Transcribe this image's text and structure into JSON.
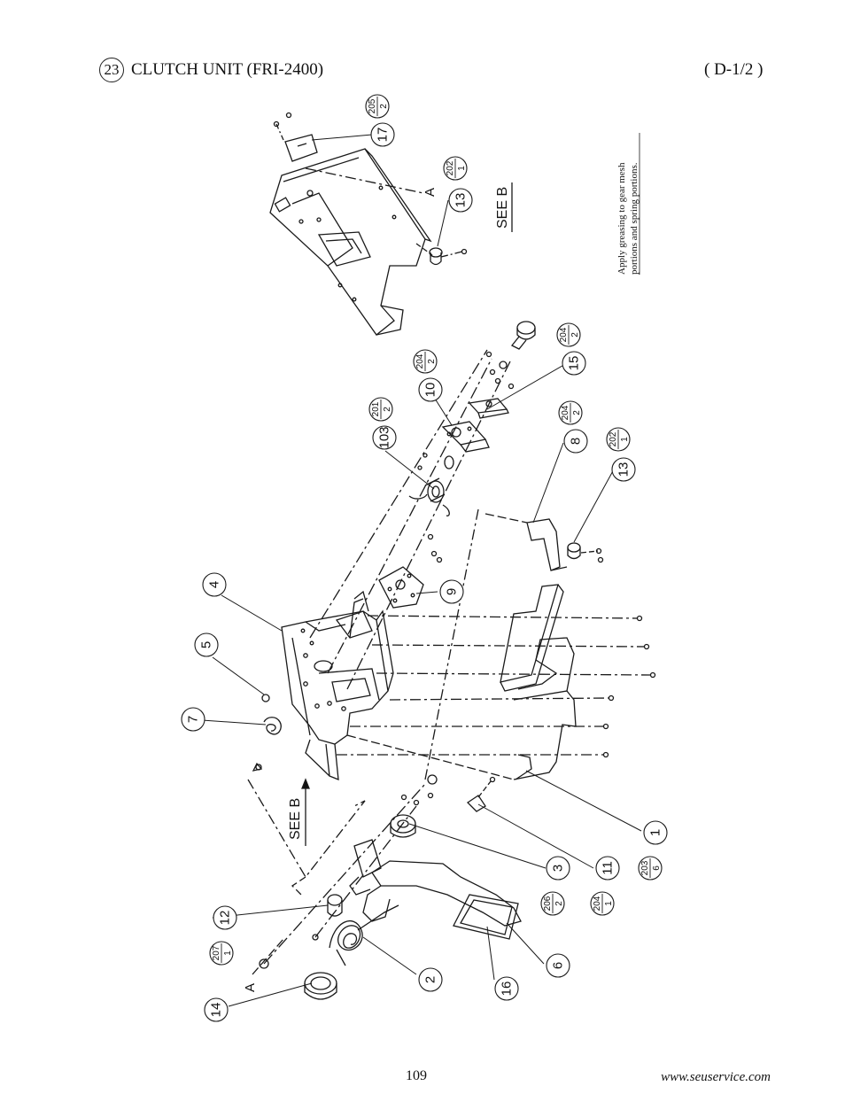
{
  "header": {
    "section_number": "23",
    "title": "CLUTCH UNIT (FRI-2400)",
    "reference": "( D-1/2 )"
  },
  "diagram": {
    "callouts": [
      {
        "id": "17",
        "frac_top": "205",
        "frac_bottom": "2"
      },
      {
        "id": "13",
        "frac_top": "202",
        "frac_bottom": "1"
      },
      {
        "id": "103",
        "frac_top": "201",
        "frac_bottom": "2"
      },
      {
        "id": "10",
        "frac_top": "204",
        "frac_bottom": "2"
      },
      {
        "id": "15",
        "frac_top": "204",
        "frac_bottom": "2"
      },
      {
        "id": "8",
        "frac_top": "204",
        "frac_bottom": "2"
      },
      {
        "id": "13",
        "frac_top": "202",
        "frac_bottom": "1"
      },
      {
        "id": "4"
      },
      {
        "id": "5"
      },
      {
        "id": "7"
      },
      {
        "id": "9"
      },
      {
        "id": "1",
        "frac_top": "203",
        "frac_bottom": "6"
      },
      {
        "id": "3",
        "frac_top": "206",
        "frac_bottom": "2"
      },
      {
        "id": "11",
        "frac_top": "204",
        "frac_bottom": "1"
      },
      {
        "id": "12",
        "frac_top": "207",
        "frac_bottom": "1"
      },
      {
        "id": "2"
      },
      {
        "id": "6"
      },
      {
        "id": "16"
      },
      {
        "id": "14"
      }
    ],
    "see_b_top": "SEE B",
    "see_b_left": "SEE B",
    "marker_a_top": "A",
    "marker_a_bottom": "A",
    "note_line1": "Apply greasing to gear mesh",
    "note_line2": "portions and spring portions."
  },
  "footer": {
    "page_number": "109",
    "website": "www.seuservice.com"
  }
}
